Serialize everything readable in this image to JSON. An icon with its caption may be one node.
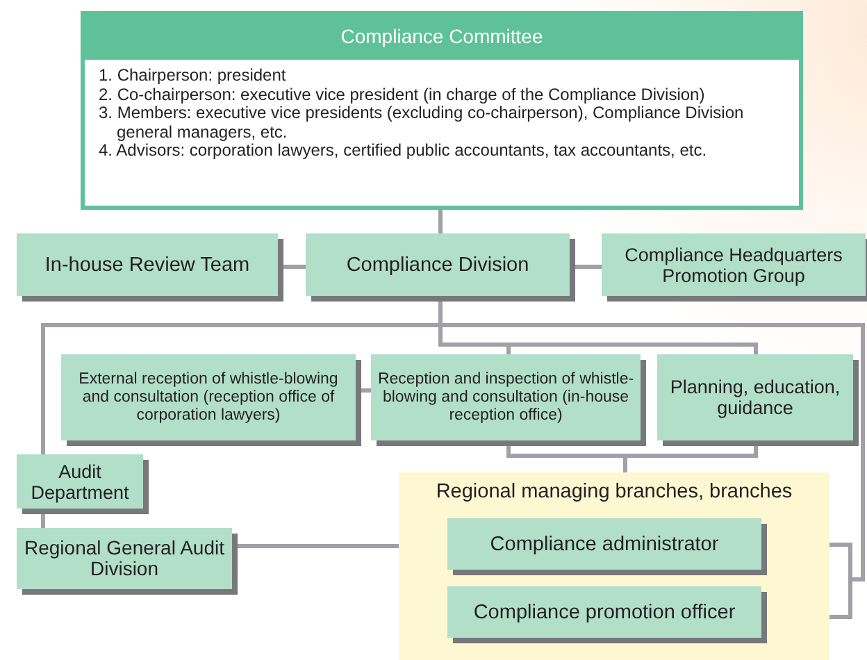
{
  "diagram": {
    "nodes": [
      {
        "text": [
          "Compliance Committee",
          "1. Chairperson: president",
          "2. Co-chairperson: executive vice president (in charge of the Compliance Division)",
          "3. Members: executive vice presidents (excluding co-chairperson), Compliance Division general managers, etc.",
          "4. Advisors: corporation lawyers, certified public accountants, tax accountants, etc."
        ]
      },
      {
        "text": [
          "In-house Review Team"
        ]
      },
      {
        "text": [
          "Compliance Division"
        ]
      },
      {
        "text": [
          "Compliance Headquarters Promotion Group"
        ]
      },
      {
        "text": [
          "External reception of whistle-blowing and consultation (reception office of corporation lawyers)"
        ]
      },
      {
        "text": [
          "Reception and inspection of whistle-blowing and consultation (in-house reception office)"
        ]
      },
      {
        "text": [
          "Planning, education, guidance"
        ]
      },
      {
        "text": [
          "Audit Department"
        ]
      },
      {
        "text": [
          "Regional General Audit Division"
        ]
      },
      {
        "text": [
          "Regional managing branches, branches"
        ]
      },
      {
        "text": [
          "Compliance administrator"
        ],
        "in": 9
      },
      {
        "text": [
          "Compliance promotion officer"
        ],
        "in": 9
      }
    ],
    "edges": [
      {
        "from": 0,
        "to": 2,
        "arrow": "none"
      },
      {
        "from": 1,
        "to": 2,
        "arrow": "none"
      },
      {
        "from": 2,
        "to": 3,
        "arrow": "none"
      },
      {
        "from": 2,
        "to": 7,
        "arrow": "none"
      },
      {
        "from": 2,
        "to": 10,
        "arrow": "none"
      },
      {
        "from": 2,
        "to": 11,
        "arrow": "none"
      },
      {
        "from": 2,
        "to": 5,
        "arrow": "none"
      },
      {
        "from": 2,
        "to": 6,
        "arrow": "none"
      },
      {
        "from": 4,
        "to": 5,
        "arrow": "none"
      },
      {
        "from": 5,
        "to": 9,
        "arrow": "none"
      },
      {
        "from": 6,
        "to": 9,
        "arrow": "none"
      },
      {
        "from": 7,
        "to": 8,
        "arrow": "none"
      },
      {
        "from": 8,
        "to": 9,
        "arrow": "none"
      }
    ]
  }
}
